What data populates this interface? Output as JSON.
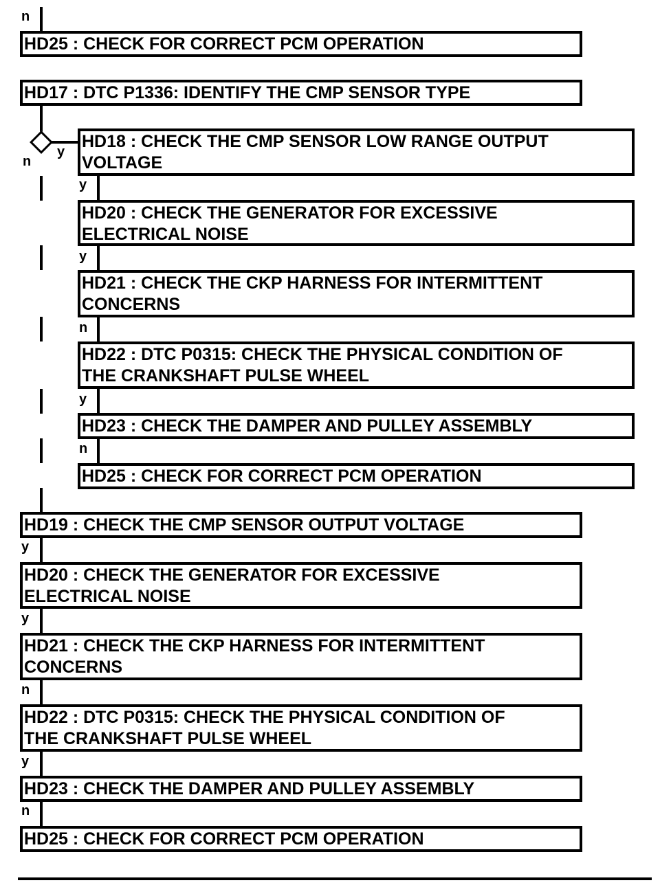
{
  "steps": {
    "hd25_top": {
      "text": "HD25 : CHECK FOR CORRECT PCM OPERATION"
    },
    "hd17": {
      "text": "HD17 : DTC P1336: IDENTIFY THE CMP SENSOR TYPE"
    },
    "hd18": {
      "line1": "HD18 : CHECK THE CMP SENSOR LOW RANGE OUTPUT",
      "line2": "VOLTAGE"
    },
    "b_hd20": {
      "line1": "HD20 : CHECK THE GENERATOR FOR EXCESSIVE",
      "line2": "ELECTRICAL NOISE"
    },
    "b_hd21": {
      "line1": "HD21 : CHECK THE CKP HARNESS FOR INTERMITTENT",
      "line2": "CONCERNS"
    },
    "b_hd22": {
      "line1": "HD22 : DTC P0315: CHECK THE PHYSICAL CONDITION OF",
      "line2": "THE CRANKSHAFT PULSE WHEEL"
    },
    "b_hd23": {
      "text": "HD23 : CHECK THE DAMPER AND PULLEY ASSEMBLY"
    },
    "b_hd25": {
      "text": "HD25 : CHECK FOR CORRECT PCM OPERATION"
    },
    "hd19": {
      "text": "HD19 : CHECK THE CMP SENSOR OUTPUT VOLTAGE"
    },
    "m_hd20": {
      "line1": "HD20 : CHECK THE GENERATOR FOR EXCESSIVE",
      "line2": "ELECTRICAL NOISE"
    },
    "m_hd21": {
      "line1": "HD21 : CHECK THE CKP HARNESS FOR INTERMITTENT",
      "line2": "CONCERNS"
    },
    "m_hd22": {
      "line1": "HD22 : DTC P0315: CHECK THE PHYSICAL CONDITION OF",
      "line2": "THE CRANKSHAFT PULSE WHEEL"
    },
    "m_hd23": {
      "text": "HD23 : CHECK THE DAMPER AND PULLEY ASSEMBLY"
    },
    "m_hd25": {
      "text": "HD25 : CHECK FOR CORRECT PCM OPERATION"
    }
  },
  "labels": {
    "top_n": "n",
    "decision_yes": "y",
    "decision_no": "n",
    "b_y1": "y",
    "b_y2": "y",
    "b_n3": "n",
    "b_y4": "y",
    "b_n5": "n",
    "m_y1": "y",
    "m_y2": "y",
    "m_n3": "n",
    "m_y4": "y",
    "m_n5": "n"
  },
  "colors": {
    "line": "#000000",
    "background": "#ffffff"
  }
}
